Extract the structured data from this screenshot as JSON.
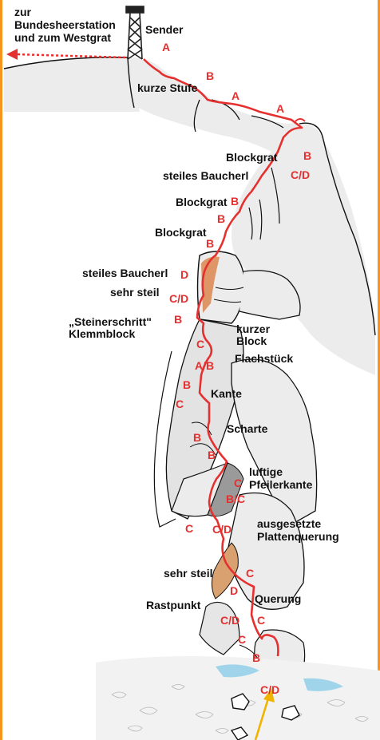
{
  "colors": {
    "route": "#e53030",
    "rock_fill": "#ececec",
    "rock_shade": "#d4d4d4",
    "outline": "#111111",
    "highlight": "#d97a3a",
    "water": "#9fd4ea",
    "arrow": "#f0b400",
    "border": "#f7941d"
  },
  "icons": {
    "tower": "transmitter-tower-icon",
    "start_arrow": "start-arrow-icon"
  },
  "top_labels": {
    "destination_line1": "zur",
    "destination_line2": "Bundesheerstation",
    "destination_line3": "und zum Westgrat",
    "sender": "Sender"
  },
  "section_labels": [
    "kurze Stufe",
    "Blockgrat",
    "steiles Baucherl",
    "Blockgrat",
    "Blockgrat",
    "steiles Baucherl",
    "sehr steil",
    "„Steinerschritt\"",
    "Klemmblock",
    "kurzer",
    "Block",
    "Flachstück",
    "Kante",
    "Scharte",
    "luftige",
    "Pfeilerkante",
    "ausgesetzte",
    "Plattenquerung",
    "sehr steil",
    "Rastpunkt",
    "Querung"
  ],
  "grades": [
    "A",
    "B",
    "A",
    "A",
    "B",
    "C/D",
    "B",
    "B",
    "B",
    "D",
    "C/D",
    "B",
    "C",
    "A/B",
    "B",
    "C",
    "B",
    "B",
    "C",
    "B/C",
    "C",
    "C/D",
    "C",
    "D",
    "C/D",
    "C",
    "C",
    "B",
    "C/D"
  ]
}
